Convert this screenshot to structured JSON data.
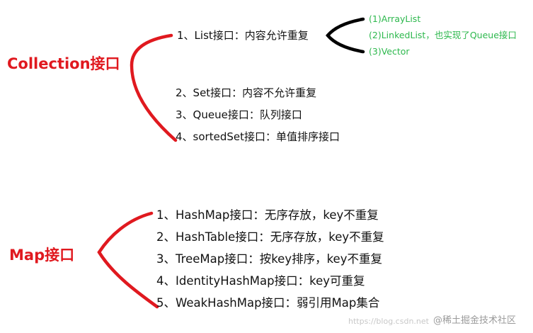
{
  "colors": {
    "brace": "#e0191f",
    "root_text": "#e0191f",
    "list_brace": "#000000",
    "sub_text": "#2db84d",
    "item_text": "#111111",
    "watermark": "#9a9a9a"
  },
  "collection": {
    "label": "Collection接口",
    "items": [
      "1、List接口：内容允许重复",
      "2、Set接口：内容不允许重复",
      "3、Queue接口：队列接口",
      "4、sortedSet接口：单值排序接口"
    ],
    "list_subitems": [
      "(1)ArrayList",
      "(2)LinkedList，也实现了Queue接口",
      "(3)Vector"
    ]
  },
  "map": {
    "label": "Map接口",
    "items": [
      "1、HashMap接口：无序存放，key不重复",
      "2、HashTable接口：无序存放，key不重复",
      "3、TreeMap接口：按key排序，key不重复",
      "4、IdentityHashMap接口：key可重复",
      "5、WeakHashMap接口：弱引用Map集合"
    ]
  },
  "watermark": {
    "brand": "@稀土掘金技术社区",
    "url": "https://blog.csdn.net"
  }
}
